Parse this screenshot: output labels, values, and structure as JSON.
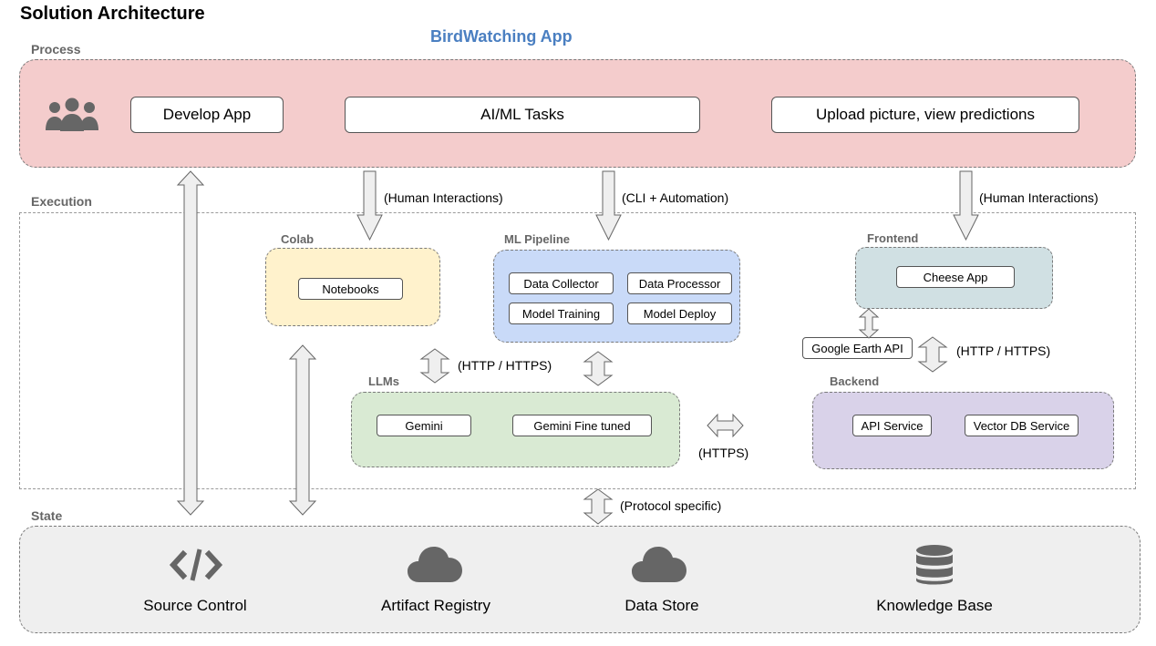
{
  "title": "Solution Architecture",
  "app_title": "BirdWatching App",
  "sections": {
    "process": "Process",
    "execution": "Execution",
    "state": "State"
  },
  "process": {
    "develop_app": "Develop App",
    "aiml_tasks": "AI/ML Tasks",
    "upload": "Upload picture, view predictions"
  },
  "edges": {
    "human_interactions_1": "(Human Interactions)",
    "cli_automation": "(CLI + Automation)",
    "human_interactions_2": "(Human Interactions)",
    "http_https_1": "(HTTP / HTTPS)",
    "http_https_2": "(HTTP / HTTPS)",
    "https": "(HTTPS)",
    "protocol_specific": "(Protocol specific)"
  },
  "colab": {
    "label": "Colab",
    "notebooks": "Notebooks"
  },
  "ml_pipeline": {
    "label": "ML Pipeline",
    "data_collector": "Data Collector",
    "data_processor": "Data Processor",
    "model_training": "Model Training",
    "model_deploy": "Model Deploy"
  },
  "frontend": {
    "label": "Frontend",
    "cheese_app": "Cheese App"
  },
  "google_earth_api": "Google Earth API",
  "llms": {
    "label": "LLMs",
    "gemini": "Gemini",
    "gemini_fine_tuned": "Gemini Fine tuned"
  },
  "backend": {
    "label": "Backend",
    "api_service": "API Service",
    "vector_db_service": "Vector DB Service"
  },
  "state": {
    "source_control": "Source Control",
    "artifact_registry": "Artifact Registry",
    "data_store": "Data Store",
    "knowledge_base": "Knowledge Base"
  },
  "icons": {
    "users": "users-icon",
    "code": "code-icon",
    "cloud": "cloud-icon",
    "database": "database-icon"
  },
  "colors": {
    "process_fill": "#f4cccc",
    "colab_fill": "#fff2cc",
    "ml_pipeline_fill": "#c9daf8",
    "frontend_fill": "#d0e0e3",
    "llms_fill": "#d9ead3",
    "backend_fill": "#d9d2e9",
    "state_fill": "#efefef",
    "app_title": "#4a7fc1",
    "icon_gray": "#666666"
  }
}
